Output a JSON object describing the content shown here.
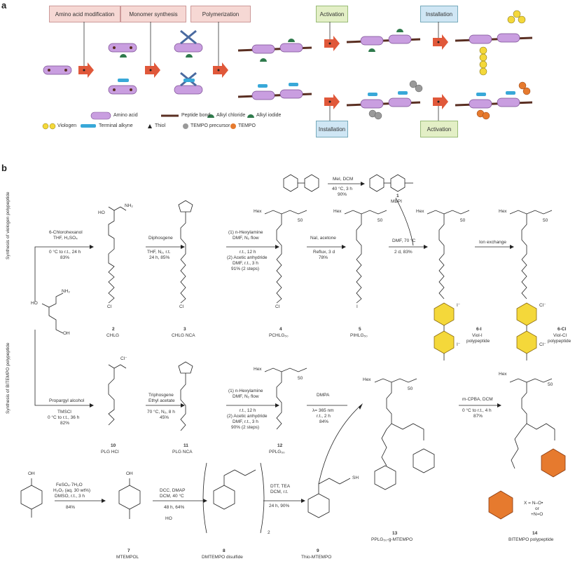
{
  "panel_a": {
    "letter": "a",
    "headers": {
      "amino_mod": "Amino acid modification",
      "monomer": "Monomer synthesis",
      "polymerization": "Polymerization",
      "activation_top": "Activation",
      "installation_top": "Installation",
      "installation_bottom": "Installation",
      "activation_bottom": "Activation"
    },
    "legend": {
      "amino_acid": "Amino acid",
      "peptide_bond": "Peptide bond",
      "alkyl_chloride": "Alkyl chloride",
      "alkyl_iodide": "Alkyl iodide",
      "viologen": "Viologen",
      "terminal_alkyne": "Terminal alkyne",
      "thiol": "Thiol",
      "tempo_precursor": "TEMPO precursor",
      "tempo": "TEMPO"
    },
    "colors": {
      "amino_acid": "#c99ee0",
      "peptide": "#5a2f22",
      "alkyl": "#2f7a4c",
      "viologen": "#f4d83a",
      "alkyne": "#38a8d8",
      "tempo_precursor": "#9a9a9a",
      "tempo": "#e67a2e",
      "arrow": "#e0583a"
    }
  },
  "panel_b": {
    "letter": "b",
    "row1_label": "Synthesis of viologen polypeptide",
    "row2_label": "Synthesis of BITEMPO polypeptide",
    "start_acid": {
      "nh2": "NH₂",
      "ho": "HO",
      "oh": "OH"
    },
    "r1": {
      "step1": [
        "6-Chlorohexanol",
        "THF, H₂SO₄",
        "0 °C to r.t., 24 h",
        "83%"
      ],
      "step2": [
        "Diphosgene",
        "THF, N₂, r.t.",
        "24 h, 85%"
      ],
      "step3": [
        "(1) n-Hexylamine",
        "DMF, N₂ flow",
        "r.t., 12 h",
        "(2) Acetic anhydride",
        "DMF, r.t., 3 h",
        "91% (2 steps)"
      ],
      "step4": [
        "NaI, acetone",
        "Reflux, 3 d",
        "78%"
      ],
      "step5": [
        "DMF, 70 °C",
        "2 d, 83%"
      ],
      "step6": [
        "Ion exchange"
      ],
      "mbpi_cond": [
        "MeI, DCM",
        "40 °C, 3 h",
        "90%"
      ],
      "mbpi_num": "1",
      "mbpi_name": "MBPI",
      "c2_num": "2",
      "c2_name": "CHLG",
      "c3_num": "3",
      "c3_name": "CHLG NCA",
      "c4_num": "4",
      "c4_name": "PCHLG₅₀",
      "c5_num": "5",
      "c5_name": "PIHLG₅₀",
      "c6_num": "6-I",
      "c6_name": [
        "Viol-I",
        "polypeptide"
      ],
      "c7_num": "6-Cl",
      "c7_name": [
        "Viol-Cl",
        "polypeptide"
      ],
      "hex": "Hex",
      "n50": "50",
      "iodide": "I⁻",
      "chloride": "Cl⁻",
      "ho": "HO",
      "nh2": "NH₂",
      "cl": "Cl",
      "i": "I"
    },
    "r2": {
      "step1": [
        "Propargyl alcohol",
        "TMSCl",
        "0 °C to r.t., 36 h",
        "82%"
      ],
      "step2": [
        "Triphosgene",
        "Ethyl acetate",
        "70 °C, N₂, 8 h",
        "45%"
      ],
      "step3": [
        "(1) n-Hexylamine",
        "DMF, N₂ flow",
        "r.t., 12 h",
        "(2) Acetic anhydride",
        "DMF, r.t., 3 h",
        "90% (2 steps)"
      ],
      "step4": [
        "DMPA",
        "λ= 365 nm",
        "r.t., 2 h",
        "84%"
      ],
      "step5": [
        "m-CPBA, DCM",
        "0 °C to r.t., 4 h",
        "87%"
      ],
      "c10_num": "10",
      "c10_name": "PLG HCl",
      "c11_num": "11",
      "c11_name": "PLG NCA",
      "c12_num": "12",
      "c12_name": "PPLG₅₀",
      "c13_num": "13",
      "c13_name": "PPLG₅₀-g-MTEMPO",
      "c14_num": "14",
      "c14_name": "BITEMPO polypeptide",
      "chloride": "Cl⁻",
      "x_def": [
        "X = N–O•",
        "or",
        "+N=O"
      ]
    },
    "r3": {
      "step1": [
        "FeSO₄·7H₂O",
        "H₂O₂ (aq. 30 wt%)",
        "DMSO, r.t., 3 h",
        "84%"
      ],
      "step2": [
        "DCC, DMAP",
        "DCM, 40 °C",
        "48 h, 64%"
      ],
      "step3": [
        "DTT, TEA",
        "DCM, r.t.",
        "24 h, 90%"
      ],
      "c7_num": "7",
      "c7_name": "MTEMPOL",
      "c8_num": "8",
      "c8_name": "DMTEMPO disulfide",
      "c9_num": "9",
      "c9_name": "Thio-MTEMPO",
      "oh": "OH",
      "sh": "SH",
      "s2": "2",
      "ho": "HO"
    }
  }
}
